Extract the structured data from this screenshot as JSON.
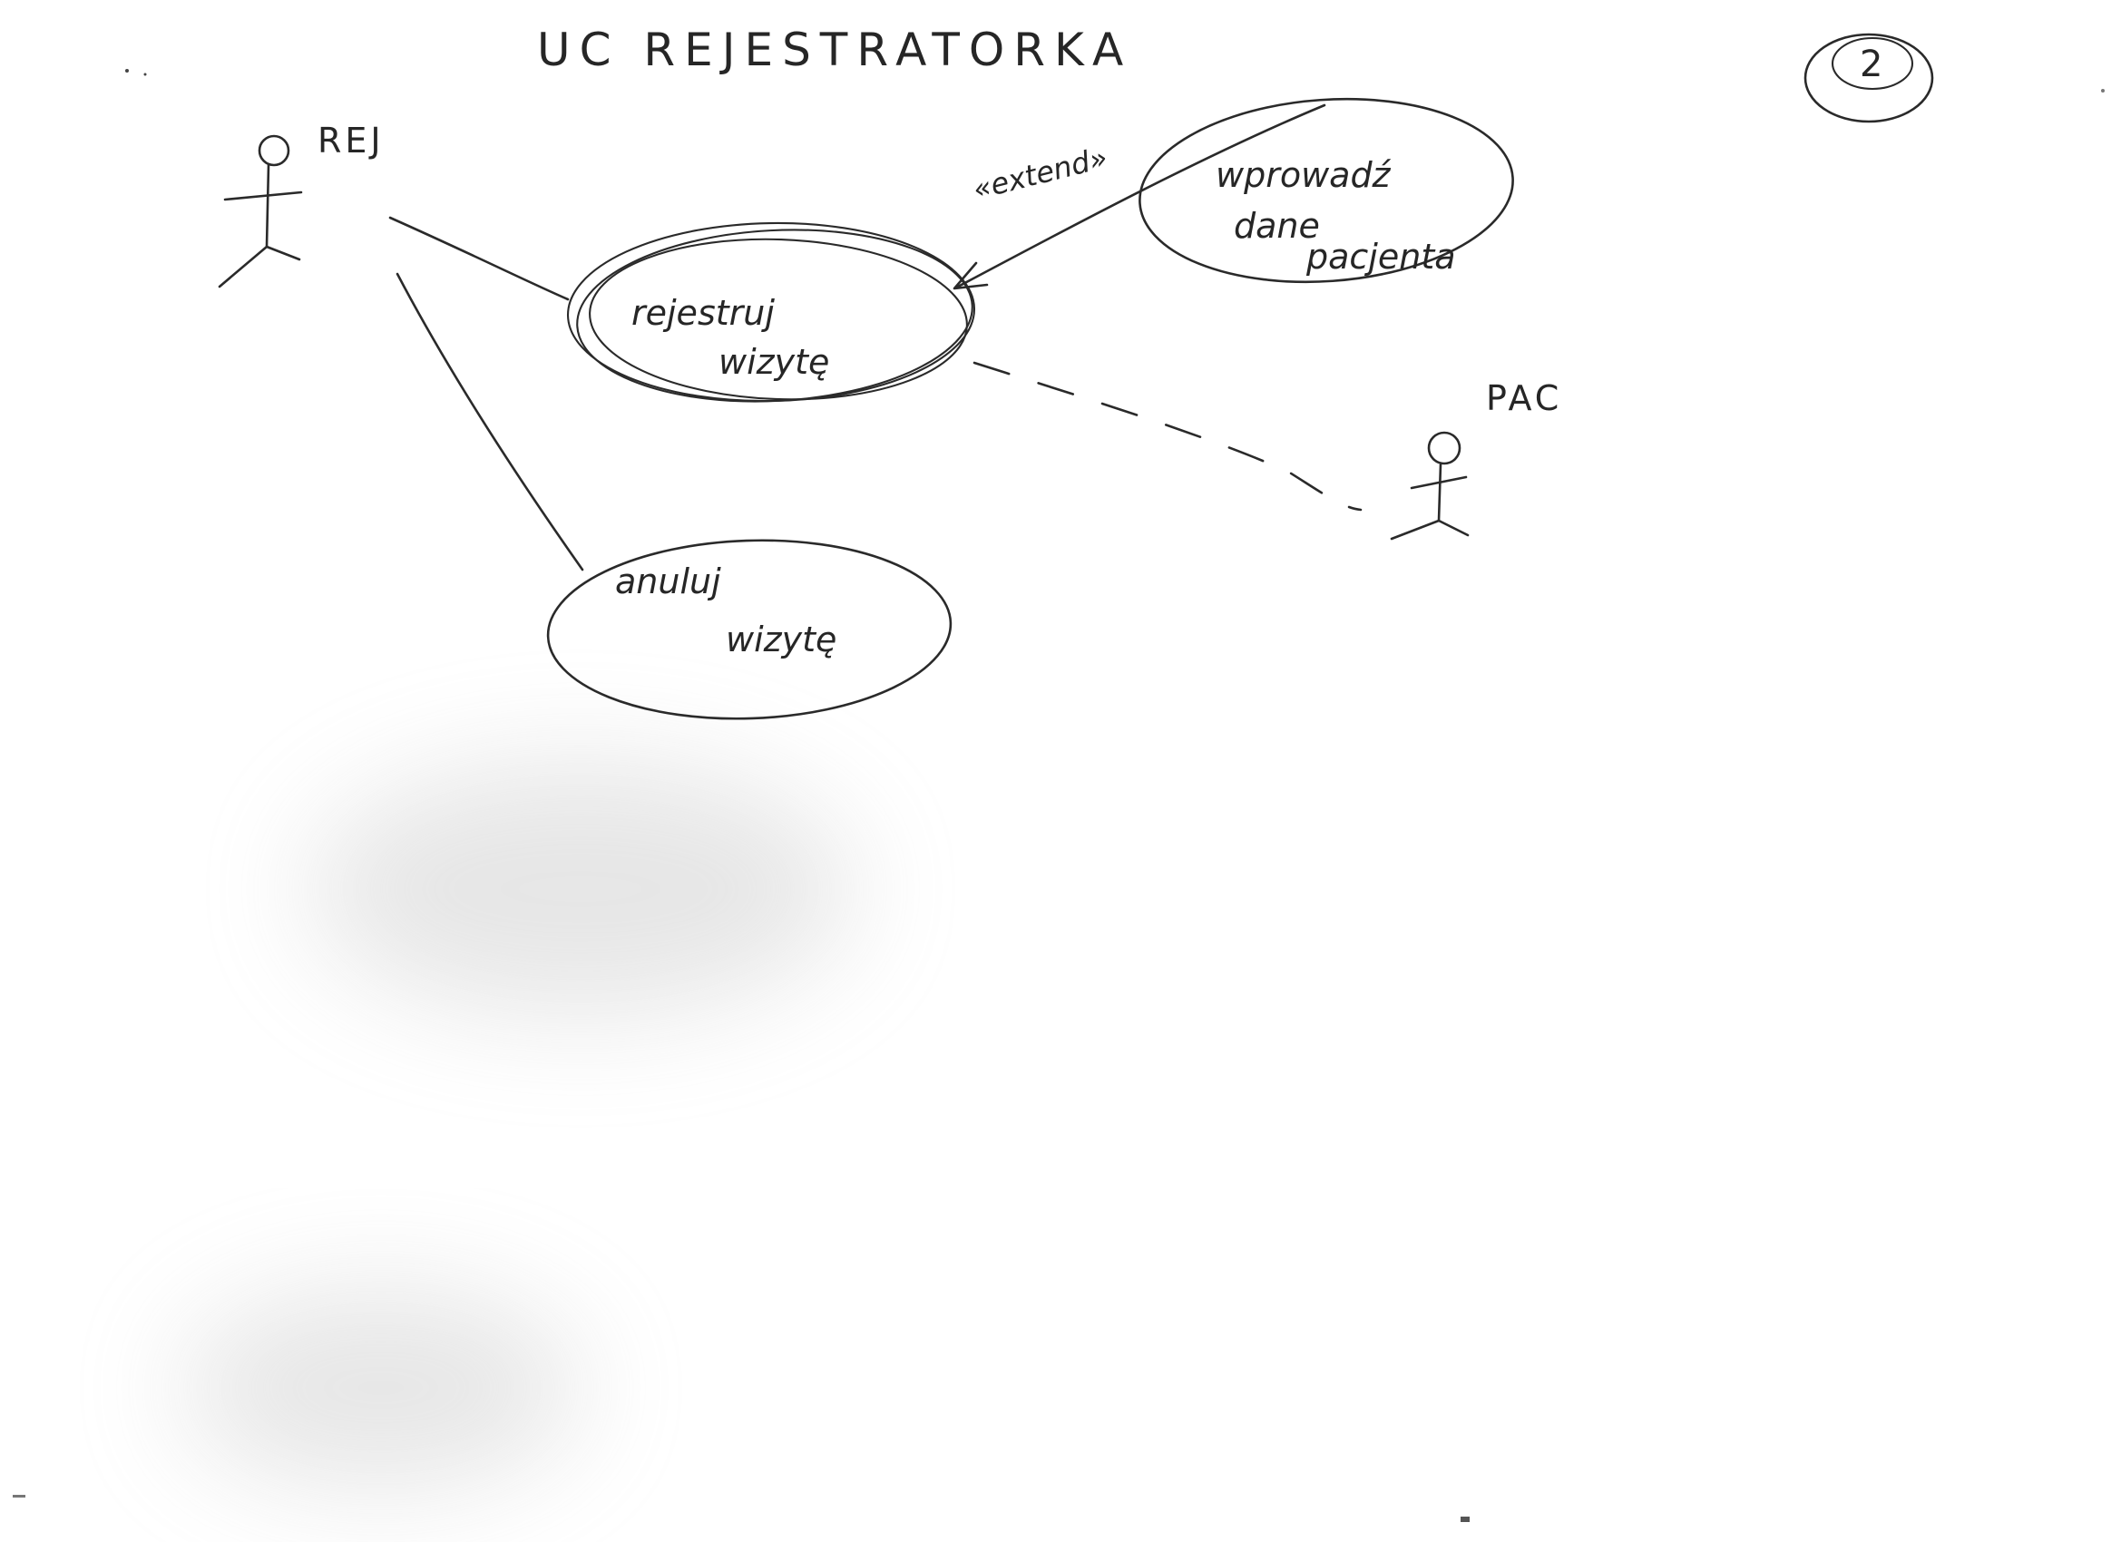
{
  "diagram": {
    "title": "UC  REJESTRATORKA",
    "page_number": "2",
    "actors": [
      {
        "id": "rej",
        "label": "REJ"
      },
      {
        "id": "pac",
        "label": "PAC"
      }
    ],
    "use_cases": [
      {
        "id": "uc1",
        "line1": "rejestruj",
        "line2": "wizytę"
      },
      {
        "id": "uc2",
        "line1": "anuluj",
        "line2": "wizytę"
      },
      {
        "id": "uc3",
        "line1": "wprowadź",
        "line2": "dane",
        "line3": "pacjenta"
      }
    ],
    "relations": [
      {
        "from": "REJ",
        "to": "rejestruj wizytę",
        "type": "association"
      },
      {
        "from": "REJ",
        "to": "anuluj wizytę",
        "type": "association"
      },
      {
        "from": "wprowadź dane pacjenta",
        "to": "rejestruj wizytę",
        "type": "extend",
        "label": "«extend»"
      },
      {
        "from": "PAC",
        "to": "rejestruj wizytę",
        "type": "dashed"
      }
    ],
    "colors": {
      "paper": "#ffffff",
      "ink": "#2a2a2a"
    }
  }
}
